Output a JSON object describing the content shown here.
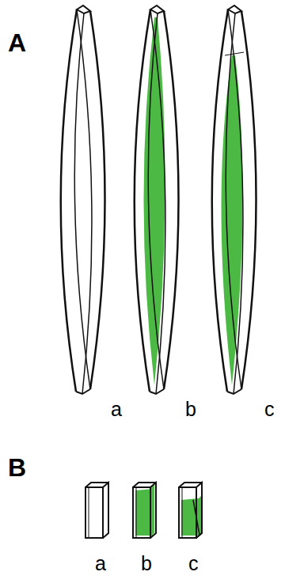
{
  "diagram": {
    "labels": [
      "A",
      "a",
      "b",
      "c",
      "B",
      "a",
      "b",
      "c"
    ]
  }
}
